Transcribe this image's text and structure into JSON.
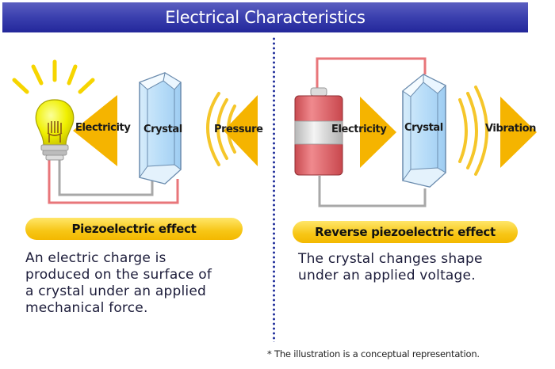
{
  "header": {
    "title": "Electrical Characteristics"
  },
  "left_panel": {
    "labels": {
      "output": "Electricity",
      "crystal": "Crystal",
      "input": "Pressure"
    },
    "effect_title": "Piezoelectric effect",
    "description_lines": [
      "An electric charge is",
      "produced on the surface of",
      "a crystal under an applied",
      "mechanical force."
    ],
    "icons": [
      "light-bulb-icon",
      "arrow-left-icon",
      "crystal-icon",
      "pressure-waves-icon"
    ]
  },
  "right_panel": {
    "labels": {
      "input": "Electricity",
      "crystal": "Crystal",
      "output": "Vibration"
    },
    "effect_title": "Reverse piezoelectric effect",
    "description_lines": [
      "The crystal changes shape",
      "under an applied voltage."
    ],
    "icons": [
      "battery-icon",
      "arrow-right-icon",
      "crystal-icon",
      "vibration-waves-icon"
    ]
  },
  "footnote": "* The illustration is a conceptual representation.",
  "colors": {
    "title_bar": "#3a3fae",
    "arrow": "#f5b400",
    "pill": "#f7c615",
    "divider": "#1d2b9a",
    "wire_red": "#e8767a",
    "wire_gray": "#a8a8a8"
  }
}
